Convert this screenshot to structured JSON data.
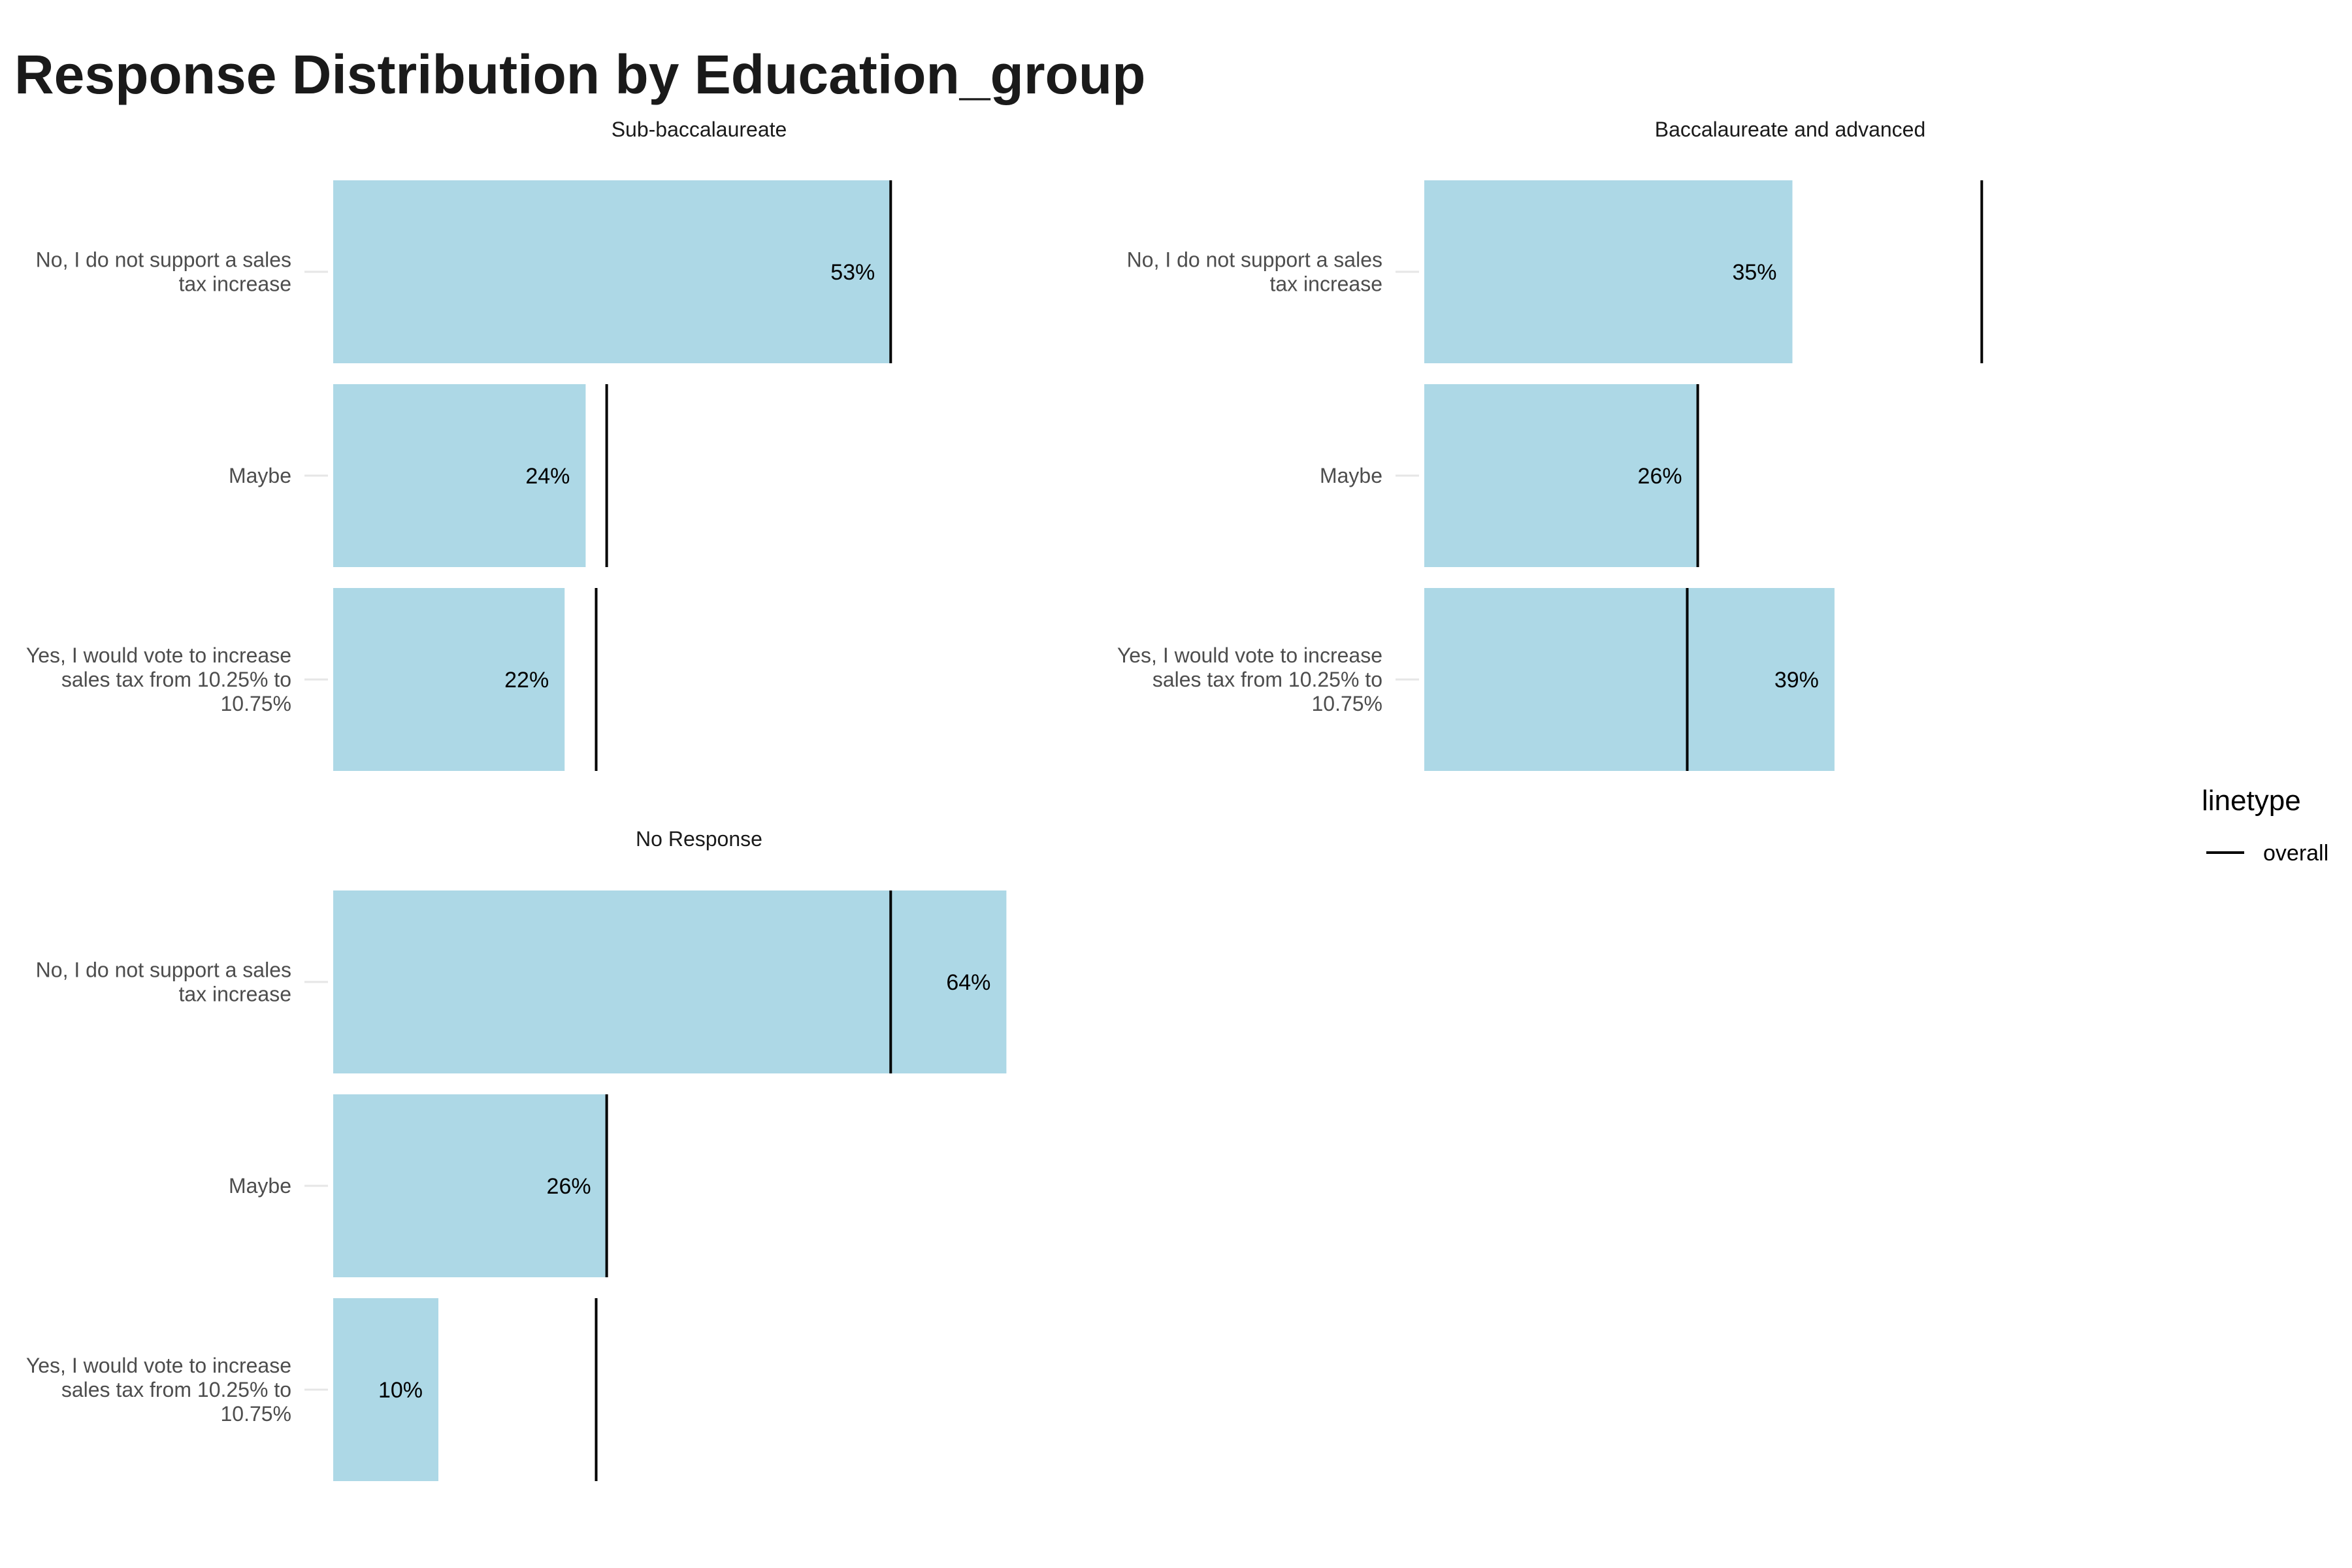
{
  "chart_data": {
    "type": "bar",
    "orientation": "horizontal",
    "title": "Response Distribution by Education_group",
    "categories": [
      "No, I do not support a sales tax increase",
      "Maybe",
      "Yes, I would vote to increase sales tax from 10.25% to 10.75%"
    ],
    "category_lines": [
      [
        "No, I do not support a sales",
        "tax increase"
      ],
      [
        "Maybe"
      ],
      [
        "Yes, I would vote to increase",
        "sales tax from 10.25% to",
        "10.75%"
      ]
    ],
    "overall": [
      53,
      26,
      25
    ],
    "xlim": [
      0,
      70
    ],
    "grid": false,
    "panels": [
      {
        "name": "Sub-baccalaureate",
        "values": [
          53,
          24,
          22
        ],
        "labels": [
          "53%",
          "24%",
          "22%"
        ]
      },
      {
        "name": "Baccalaureate and advanced",
        "values": [
          35,
          26,
          39
        ],
        "labels": [
          "35%",
          "26%",
          "39%"
        ]
      },
      {
        "name": "No Response",
        "values": [
          64,
          26,
          10
        ],
        "labels": [
          "64%",
          "26%",
          "10%"
        ]
      }
    ],
    "legend": {
      "title": "linetype",
      "entries": [
        "overall"
      ],
      "placement": "right"
    },
    "colors": {
      "bar": "#add8e6",
      "overall_line": "#000000"
    }
  }
}
